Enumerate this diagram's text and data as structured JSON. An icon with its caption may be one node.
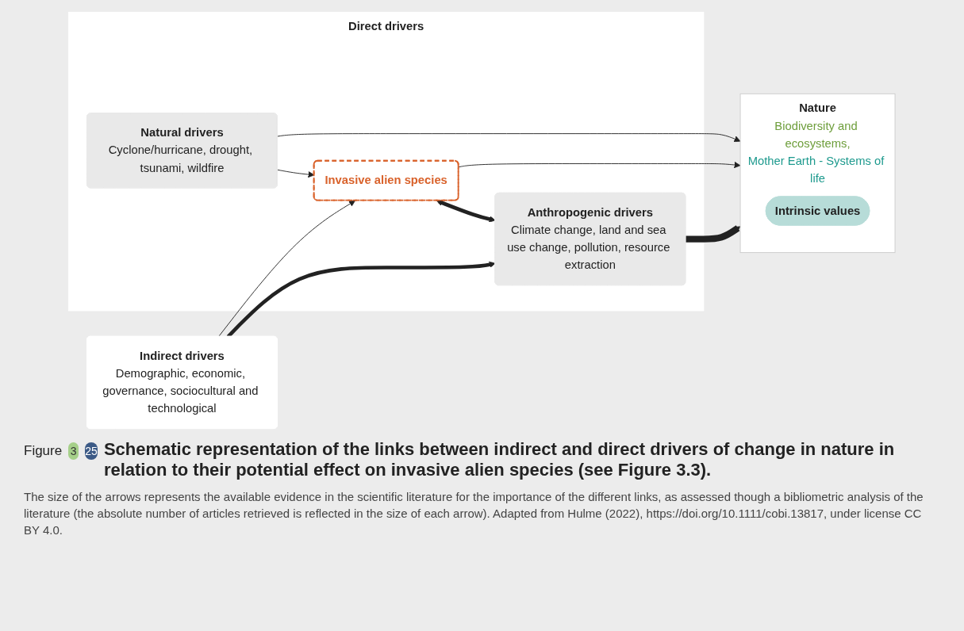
{
  "diagram": {
    "title": "Schematic representation of the links between indirect and direct drivers of change in nature in relation to their potential effect on invasive alien species (see Figure 3.3).",
    "caption": "The size of the arrows represents the available evidence in the scientific literature for the importance of the different links, as assessed though a bibliometric analysis of the literature (the absolute number of articles retrieved is reflected in the size of each arrow). Adapted from Hulme (2022), https://doi.org/10.1111/cobi.13817, under license CC BY 4.0.",
    "nodes": [
      {
        "text": [
          "Indirect drivers",
          "Demographic, economic, governance, sociocultural and technological"
        ]
      },
      {
        "text": [
          "Direct drivers"
        ]
      },
      {
        "text": [
          "Natural drivers",
          "Cyclone/hurricane, drought, tsunami, wildfire"
        ],
        "in": 1
      },
      {
        "text": [
          "Invasive alien species"
        ],
        "in": 1
      },
      {
        "text": [
          "Anthropogenic drivers",
          "Climate change, land and sea use change, pollution, resource extraction"
        ],
        "in": 1
      },
      {
        "text": [
          "Nature",
          "Biodiversity and ecosystems,",
          "Mother Earth - Systems of life"
        ]
      },
      {
        "text": [
          "Intrinsic values"
        ],
        "in": 5
      }
    ],
    "edges": [
      {
        "from": 2,
        "to": 5,
        "arrow": "to"
      },
      {
        "from": 2,
        "to": 3,
        "arrow": "to"
      },
      {
        "from": 0,
        "to": 3,
        "arrow": "to"
      },
      {
        "from": 3,
        "to": 5,
        "arrow": "to"
      },
      {
        "from": 3,
        "to": 4,
        "arrow": "both",
        "style": "thick"
      },
      {
        "from": 0,
        "to": 4,
        "arrow": "to",
        "style": "thick"
      },
      {
        "from": 4,
        "to": 5,
        "arrow": "to",
        "style": "thick"
      }
    ],
    "labels": [
      "Figure",
      "3",
      "25"
    ]
  }
}
